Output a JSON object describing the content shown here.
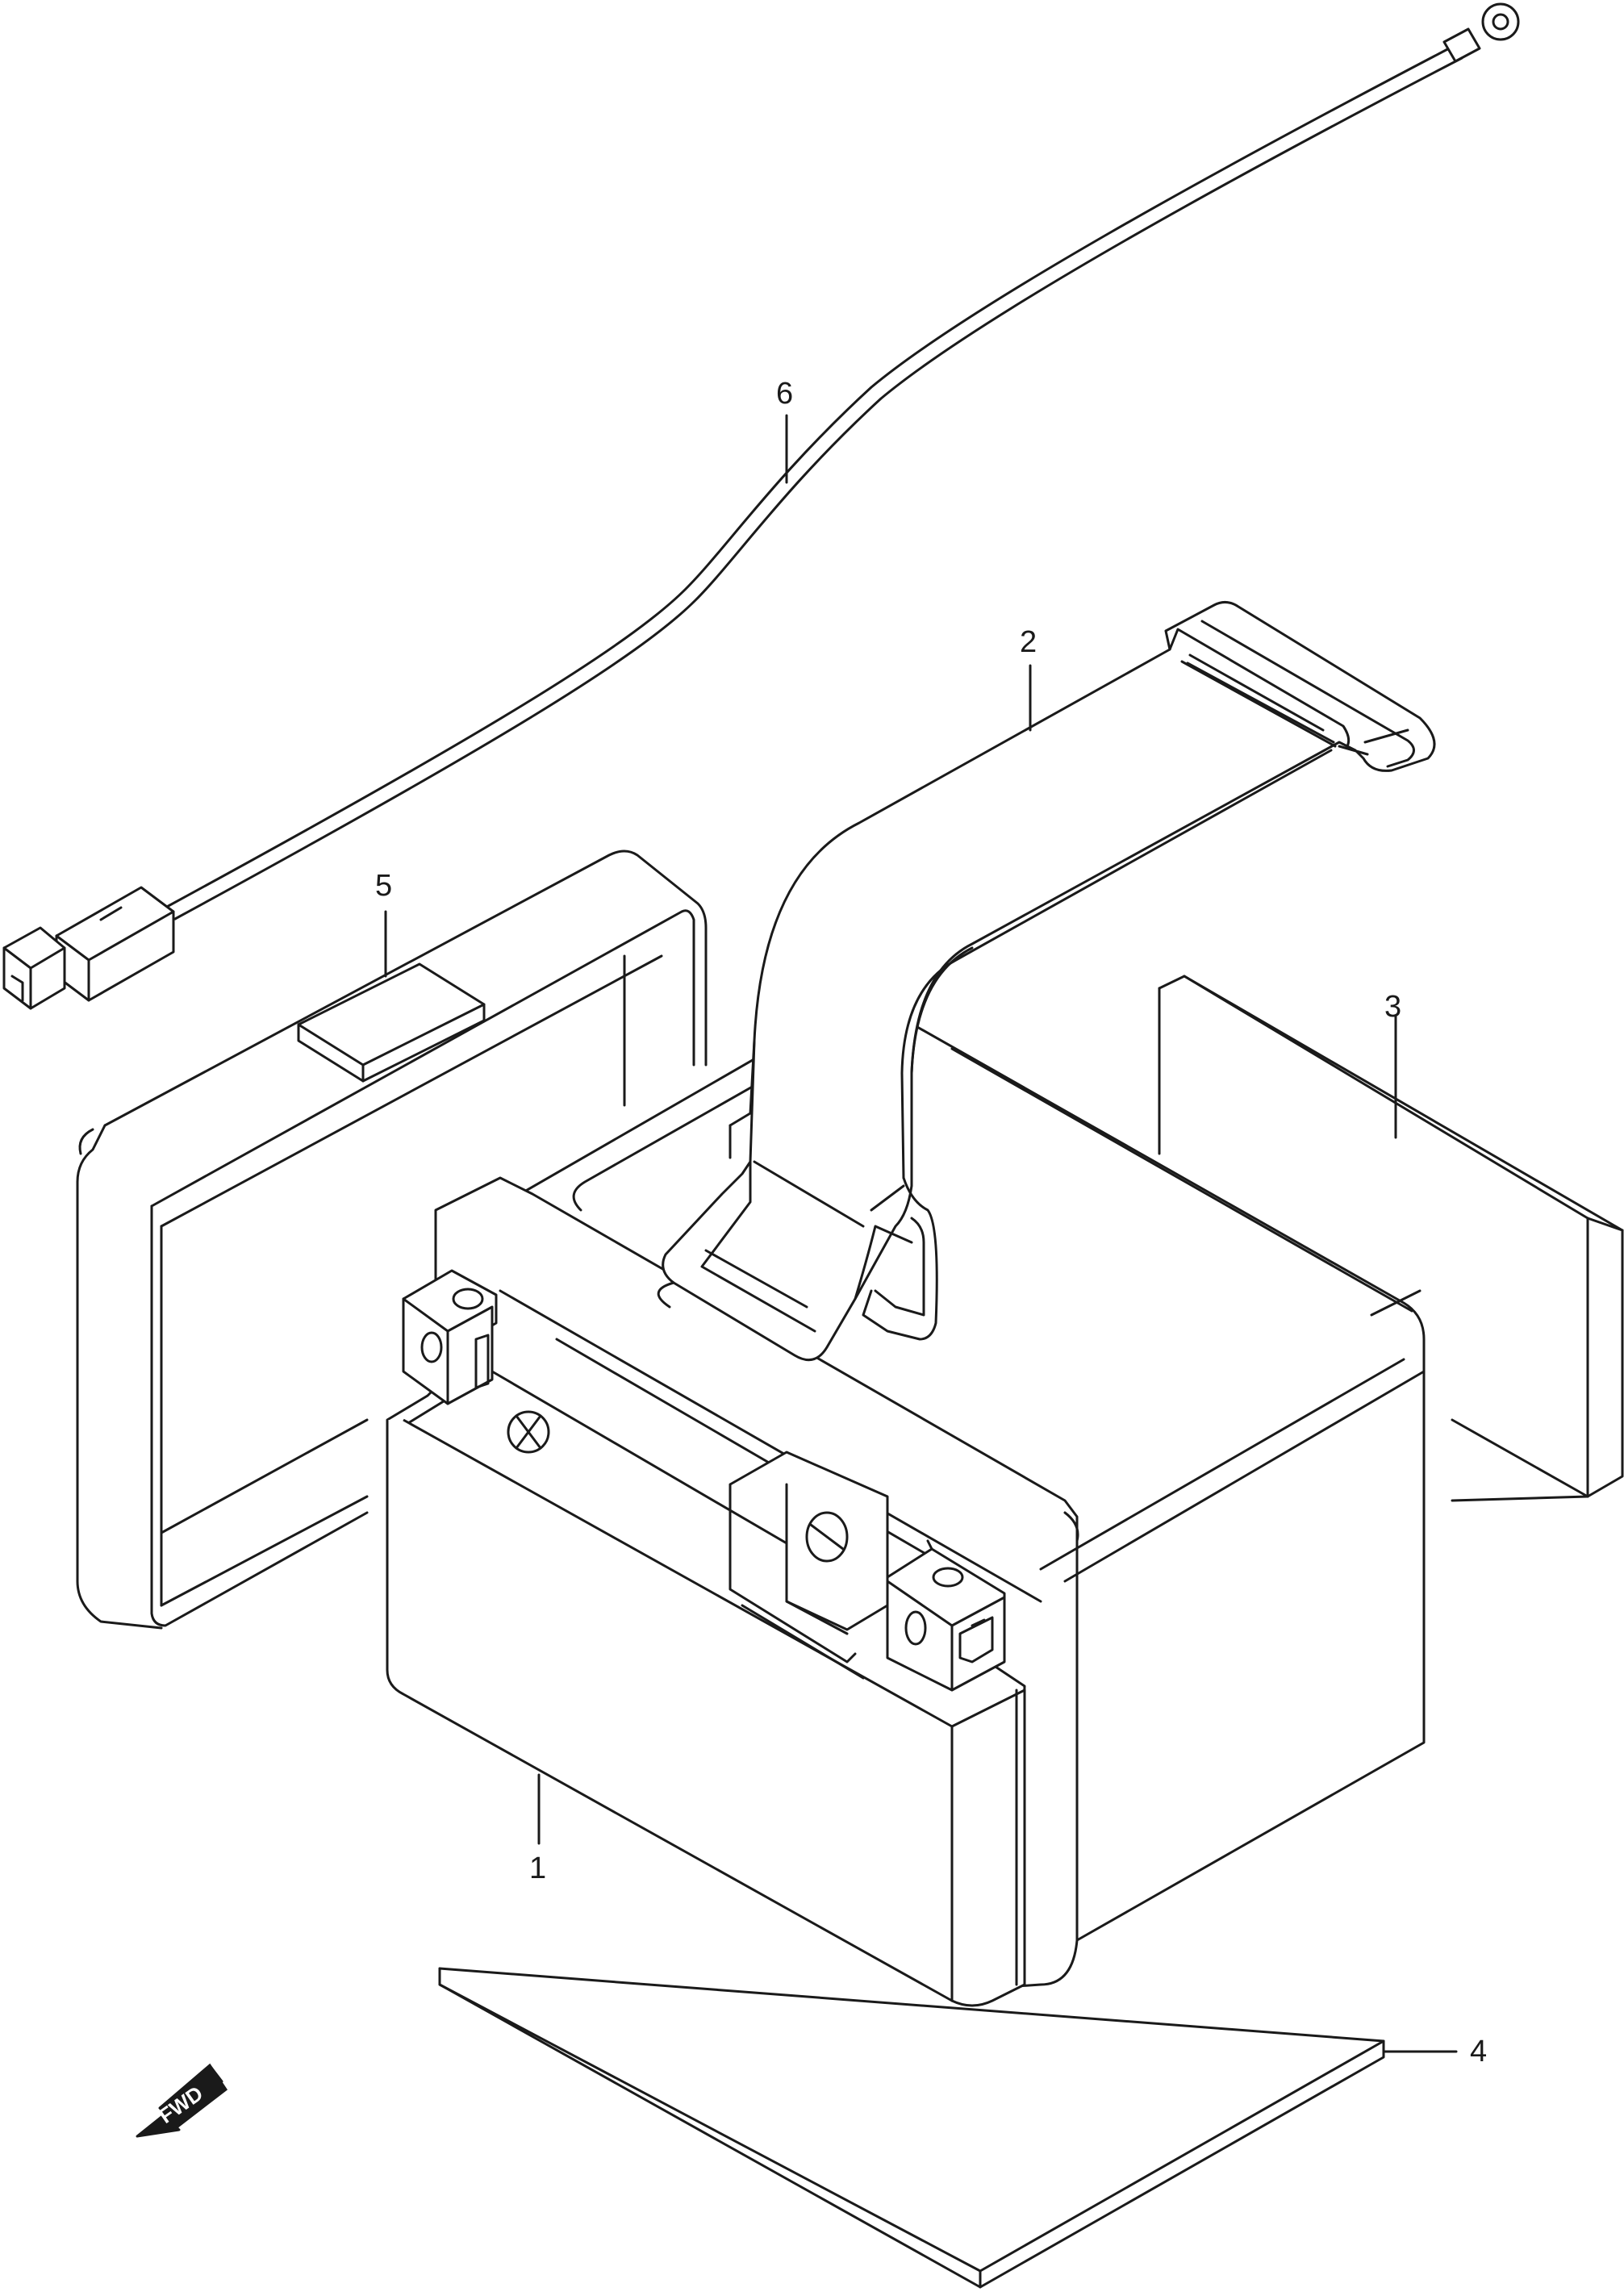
{
  "callouts": {
    "c1": "1",
    "c2": "2",
    "c3": "3",
    "c4": "4",
    "c5": "5",
    "c6": "6"
  },
  "fwd_label": "FWD",
  "fwd_icon": "fwd-arrow-icon"
}
